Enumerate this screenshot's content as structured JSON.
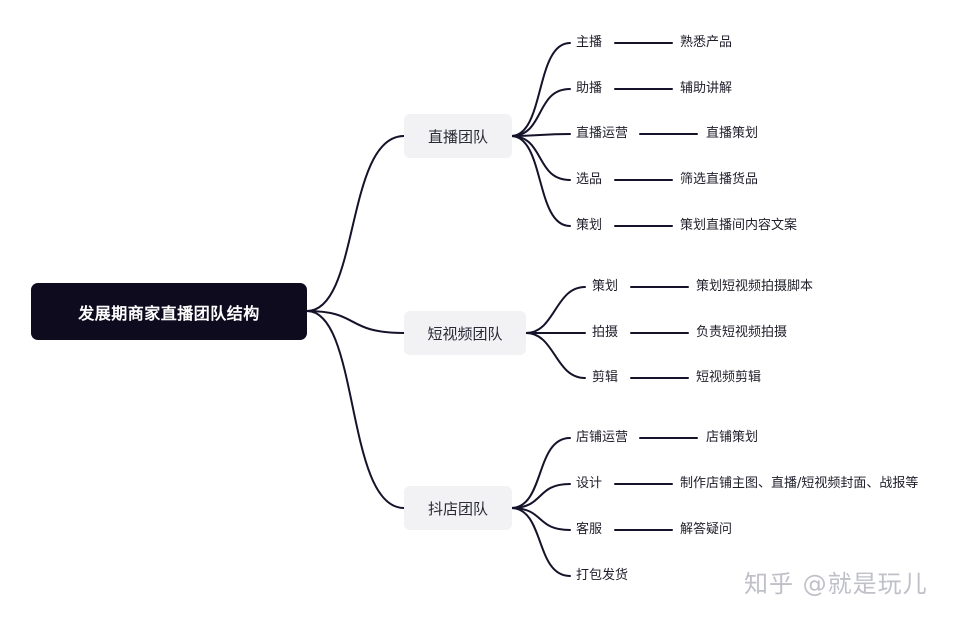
{
  "root": "发展期商家直播团队结构",
  "branches": [
    {
      "label": "直播团队",
      "items": [
        {
          "role": "主播",
          "task": "熟悉产品"
        },
        {
          "role": "助播",
          "task": "辅助讲解"
        },
        {
          "role": "直播运营",
          "task": "直播策划"
        },
        {
          "role": "选品",
          "task": "筛选直播货品"
        },
        {
          "role": "策划",
          "task": "策划直播间内容文案"
        }
      ]
    },
    {
      "label": "短视频团队",
      "items": [
        {
          "role": "策划",
          "task": "策划短视频拍摄脚本"
        },
        {
          "role": "拍摄",
          "task": "负责短视频拍摄"
        },
        {
          "role": "剪辑",
          "task": "短视频剪辑"
        }
      ]
    },
    {
      "label": "抖店团队",
      "items": [
        {
          "role": "店铺运营",
          "task": "店铺策划"
        },
        {
          "role": "设计",
          "task": "制作店铺主图、直播/短视频封面、战报等"
        },
        {
          "role": "客服",
          "task": "解答疑问"
        },
        {
          "role": "打包发货",
          "task": ""
        }
      ]
    }
  ],
  "watermark": "知乎 @就是玩儿"
}
